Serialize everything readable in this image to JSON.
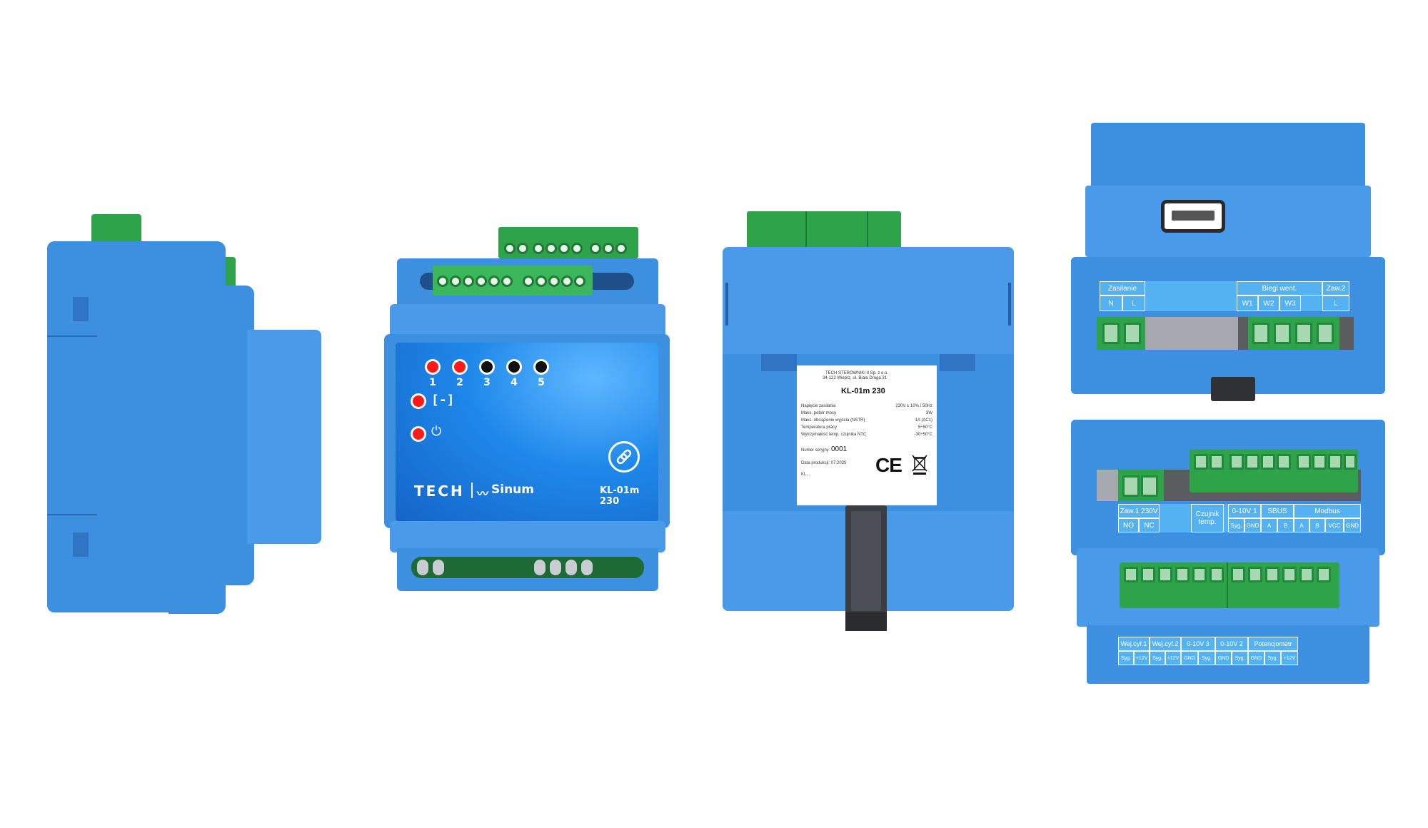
{
  "front": {
    "led_numbers": [
      "1",
      "2",
      "3",
      "4",
      "5"
    ],
    "link_symbol": "[-]",
    "power_symbol": "⏻",
    "brand": "TECH",
    "sub_brand": "Sinum",
    "model": "KL-01m 230"
  },
  "back_label": {
    "company_line1": "TECH STEROWNIKI II Sp. z o.o.",
    "company_line2": "34-122 Wieprz, ul. Biała Droga 31",
    "model": "KL-01m 230",
    "rows": [
      {
        "name": "Napięcie zasilania",
        "value": "230V ± 10% / 50Hz"
      },
      {
        "name": "Maks. pobór mocy",
        "value": "3W"
      },
      {
        "name": "Maks. obciążenie wyjścia (NSTR)",
        "value": "1A (AC1)"
      },
      {
        "name": "Temperatura pracy",
        "value": "5÷50°C"
      },
      {
        "name": "Wytrzymałość temp. czujnika NTC",
        "value": "-30÷50°C"
      }
    ],
    "serial_label": "Numer seryjny:",
    "serial_value": "0001",
    "date_label": "Data produkcji: 07.2025",
    "kl_label": "KL...",
    "ce_mark": "CE"
  },
  "top_view": {
    "labels_top": [
      {
        "text": "Zasilanie"
      },
      {
        "text": "Biegi went."
      },
      {
        "text": "Zaw.2"
      }
    ],
    "labels_bottom": [
      "N",
      "L",
      "W1",
      "W2",
      "W3",
      "L"
    ]
  },
  "bottom_view": {
    "group_labels": [
      "Zaw.1 230V",
      "Czujnik temp.",
      "0-10V 1",
      "SBUS",
      "Modbus"
    ],
    "sub_labels": [
      "NO",
      "NC",
      "Syg.",
      "GND",
      "A",
      "B",
      "A",
      "B",
      "VCC",
      "GND"
    ],
    "lower_group_labels": [
      "Wej.cyf.1",
      "Wej.cyf.2",
      "0-10V 3",
      "0-10V 2",
      "Potencjometr"
    ],
    "lower_sub_labels": [
      "Syg.",
      "+12V",
      "Syg.",
      "+12V",
      "GND",
      "Syg.",
      "GND",
      "Syg.",
      "GND",
      "Syg.",
      "+12V"
    ]
  },
  "colors": {
    "housing": "#3d8fe0",
    "terminal": "#2fa34a",
    "led_red": "#ff1a1a"
  }
}
